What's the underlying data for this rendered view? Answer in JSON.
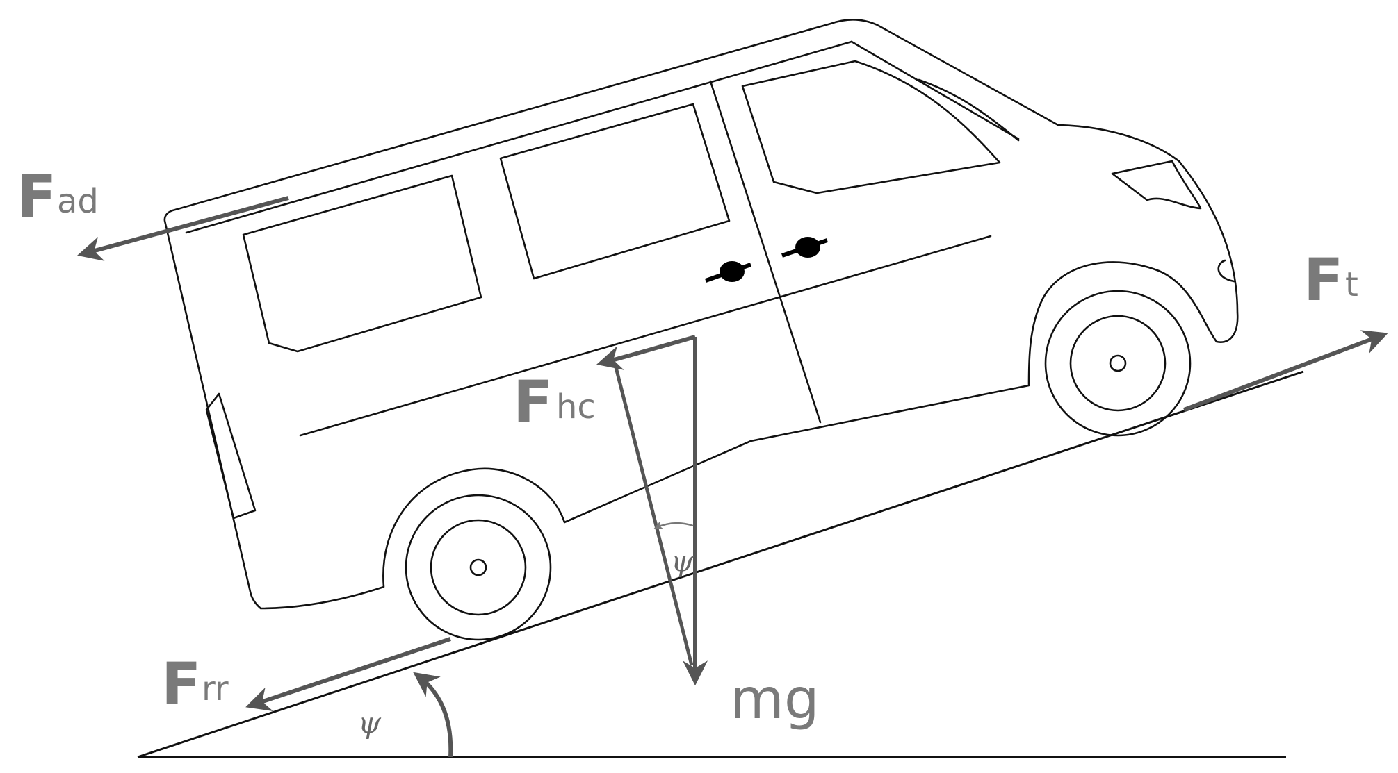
{
  "forces": {
    "aero_drag": {
      "symbol": "F",
      "subscript": "ad"
    },
    "traction": {
      "symbol": "F",
      "subscript": "t"
    },
    "hill_climb": {
      "symbol": "F",
      "subscript": "hc"
    },
    "rolling_resistance": {
      "symbol": "F",
      "subscript": "rr"
    },
    "weight": {
      "label": "mg"
    }
  },
  "angles": {
    "slope_angle": "ψ",
    "force_angle": "ψ"
  },
  "colors": {
    "outline": "#111111",
    "force_arrow": "#555555",
    "label": "#7a7a7a"
  }
}
